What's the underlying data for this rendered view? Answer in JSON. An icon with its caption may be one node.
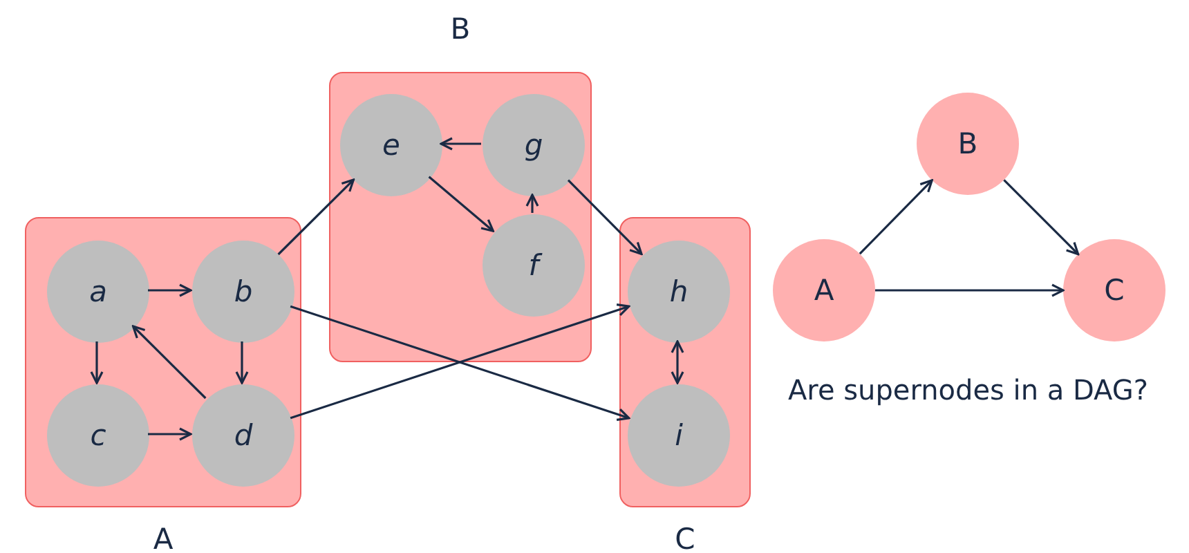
{
  "diagram": {
    "caption": "Are supernodes in a DAG?",
    "nodes": [
      {
        "text": [
          "A"
        ]
      },
      {
        "text": [
          "a"
        ],
        "in": 0
      },
      {
        "text": [
          "b"
        ],
        "in": 0
      },
      {
        "text": [
          "c"
        ],
        "in": 0
      },
      {
        "text": [
          "d"
        ],
        "in": 0
      },
      {
        "text": [
          "B"
        ]
      },
      {
        "text": [
          "e"
        ],
        "in": 5
      },
      {
        "text": [
          "g"
        ],
        "in": 5
      },
      {
        "text": [
          "f"
        ],
        "in": 5
      },
      {
        "text": [
          "C"
        ]
      },
      {
        "text": [
          "h"
        ],
        "in": 9
      },
      {
        "text": [
          "i"
        ],
        "in": 9
      },
      {
        "text": [
          "A"
        ]
      },
      {
        "text": [
          "B"
        ]
      },
      {
        "text": [
          "C"
        ]
      }
    ],
    "edges": [
      {
        "from": 1,
        "to": 2,
        "arrow": "to"
      },
      {
        "from": 1,
        "to": 3,
        "arrow": "to"
      },
      {
        "from": 3,
        "to": 4,
        "arrow": "to"
      },
      {
        "from": 2,
        "to": 4,
        "arrow": "to"
      },
      {
        "from": 4,
        "to": 1,
        "arrow": "to"
      },
      {
        "from": 2,
        "to": 6,
        "arrow": "to"
      },
      {
        "from": 7,
        "to": 6,
        "arrow": "to"
      },
      {
        "from": 6,
        "to": 8,
        "arrow": "to"
      },
      {
        "from": 8,
        "to": 7,
        "arrow": "to"
      },
      {
        "from": 7,
        "to": 10,
        "arrow": "to"
      },
      {
        "from": 2,
        "to": 11,
        "arrow": "to"
      },
      {
        "from": 4,
        "to": 10,
        "arrow": "to"
      },
      {
        "from": 10,
        "to": 11,
        "arrow": "both"
      },
      {
        "from": 12,
        "to": 13,
        "arrow": "to"
      },
      {
        "from": 13,
        "to": 14,
        "arrow": "to"
      },
      {
        "from": 12,
        "to": 14,
        "arrow": "to"
      }
    ]
  }
}
